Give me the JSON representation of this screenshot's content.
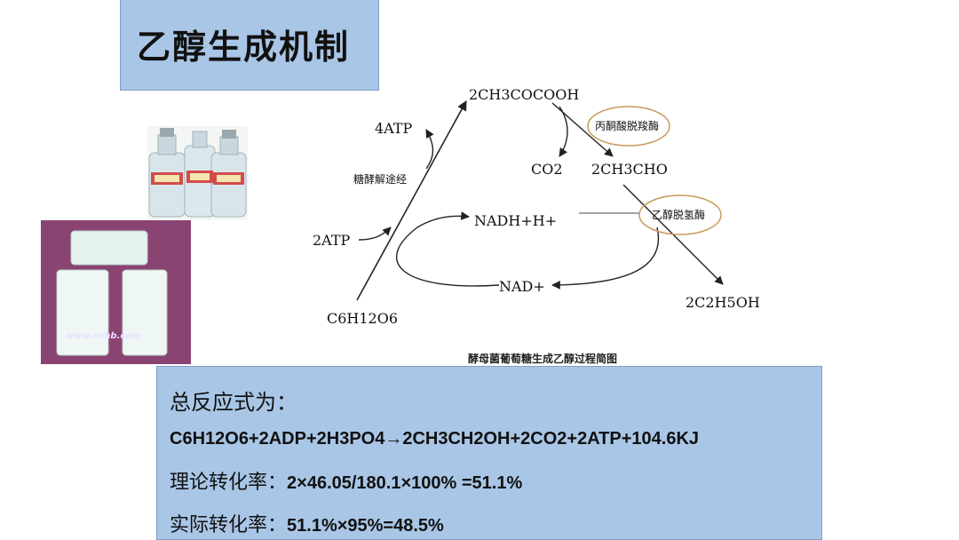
{
  "title": "乙醇生成机制",
  "photos": {
    "watermark": "www.cxhb.com"
  },
  "diagram": {
    "caption": "酵母菌葡萄糖生成乙醇过程简图",
    "labels": {
      "glucose": "C6H12O6",
      "atp_in": "2ATP",
      "atp_out": "4ATP",
      "glycolysis": "糖酵解途经",
      "pyruvate": "2CH3COCOOH",
      "co2": "CO2",
      "acetaldehyde": "2CH3CHO",
      "nadh": "NADH+H+",
      "nad": "NAD+",
      "ethanol": "2C2H5OH",
      "enzyme1": "丙酮酸脱羧酶",
      "enzyme2": "乙醇脱氢酶"
    }
  },
  "summary": {
    "heading": "总反应式为：",
    "equation": "C6H12O6+2ADP+2H3PO4→2CH3CH2OH+2CO2+2ATP+104.6KJ",
    "theory_label": "理论转化率：",
    "theory_value": "2×46.05/180.1×100% =51.1%",
    "actual_label": "实际转化率：",
    "actual_value": "51.1%×95%=48.5%"
  },
  "colors": {
    "panel": "#a9c6e6",
    "enzyme_circle": "#c99a5b"
  }
}
